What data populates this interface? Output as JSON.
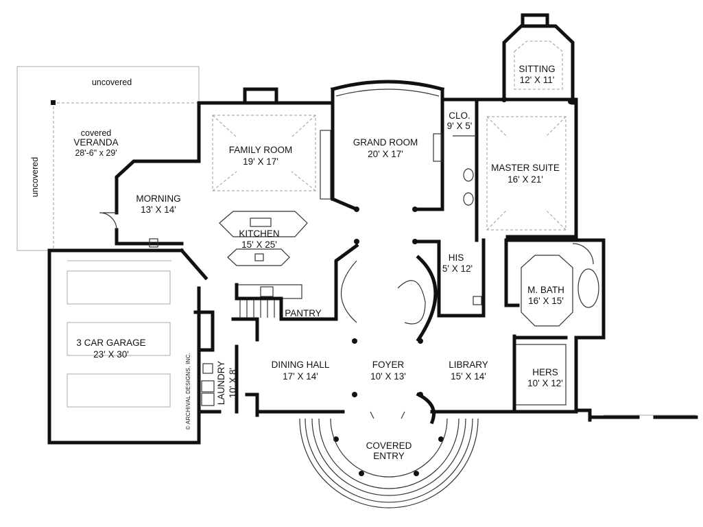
{
  "plan": {
    "uncovered_top": "uncovered",
    "uncovered_side": "uncovered",
    "veranda": {
      "qualifier": "covered",
      "name": "VERANDA",
      "size": "28'-6\" x 29'"
    },
    "rooms": {
      "family_room": {
        "name": "FAMILY ROOM",
        "size": "19' X 17'"
      },
      "grand_room": {
        "name": "GRAND ROOM",
        "size": "20' X 17'"
      },
      "sitting": {
        "name": "SITTING",
        "size": "12' X 11'"
      },
      "closet": {
        "name": "CLO.",
        "size": "9' X 5'"
      },
      "master_suite": {
        "name": "MASTER SUITE",
        "size": "16' X 21'"
      },
      "morning": {
        "name": "MORNING",
        "size": "13' X 14'"
      },
      "kitchen": {
        "name": "KITCHEN",
        "size": "15' X 25'"
      },
      "his": {
        "name": "HIS",
        "size": "5' X 12'"
      },
      "master_bath": {
        "name": "M. BATH",
        "size": "16' X 15'"
      },
      "pantry": {
        "name": "PANTRY"
      },
      "garage": {
        "name": "3 CAR GARAGE",
        "size": "23' X 30'"
      },
      "dining_hall": {
        "name": "DINING HALL",
        "size": "17' X 14'"
      },
      "foyer": {
        "name": "FOYER",
        "size": "10' X 13'"
      },
      "library": {
        "name": "LIBRARY",
        "size": "15' X 14'"
      },
      "hers": {
        "name": "HERS",
        "size": "10' X 12'"
      },
      "laundry": {
        "name": "LAUNDRY",
        "size": "10' X 8'"
      },
      "covered_entry": {
        "name": "COVERED",
        "name2": "ENTRY"
      }
    },
    "copyright": "© ARCHIVAL DESIGNS, INC."
  }
}
